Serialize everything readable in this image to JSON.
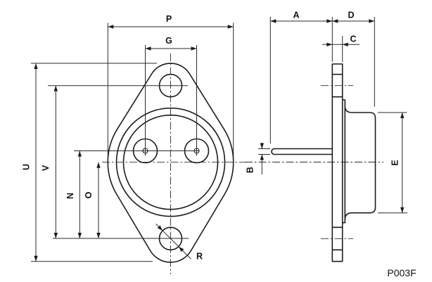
{
  "drawing": {
    "part_code": "P003F",
    "views": {
      "front": {
        "dims": {
          "P": "P",
          "G": "G",
          "U": "U",
          "V": "V",
          "N": "N",
          "O": "O",
          "R": "R"
        }
      },
      "side": {
        "dims": {
          "A": "A",
          "D": "D",
          "C": "C",
          "B": "B",
          "E": "E"
        }
      }
    },
    "colors": {
      "line": "#1c1c1c",
      "dim_line": "#2a2a2a",
      "background": "#ffffff",
      "text": "#111111"
    }
  }
}
